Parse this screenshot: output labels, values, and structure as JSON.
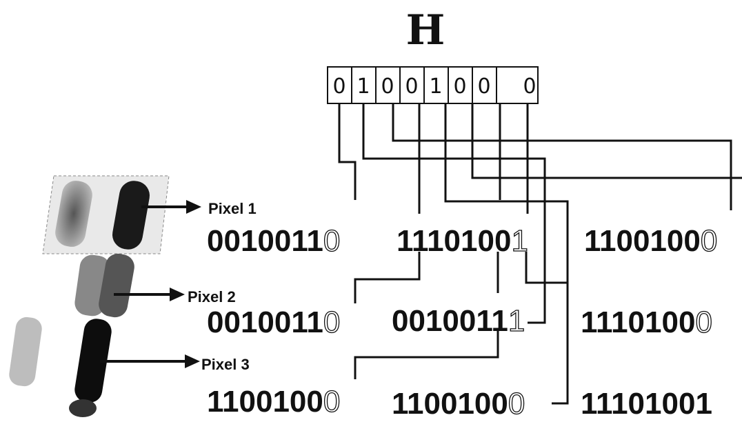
{
  "letter": "H",
  "char_bits": [
    "0",
    "1",
    "0",
    "0",
    "1",
    "0",
    "0",
    "0"
  ],
  "pixels": [
    {
      "label": "Pixel 1",
      "bytes": [
        {
          "strong": "0010011",
          "lsb": "0"
        },
        {
          "strong": "1110100",
          "lsb": "1"
        },
        {
          "strong": "1100100",
          "lsb": "0"
        }
      ]
    },
    {
      "label": "Pixel 2",
      "bytes": [
        {
          "strong": "0010011",
          "lsb": "0"
        },
        {
          "strong": "0010011",
          "lsb": "1"
        },
        {
          "strong": "1110100",
          "lsb": "0"
        }
      ]
    },
    {
      "label": "Pixel 3",
      "bytes": [
        {
          "strong": "1100100",
          "lsb": "0"
        },
        {
          "strong": "1100100",
          "lsb": "0"
        },
        {
          "strong": "11101001",
          "lsb": ""
        }
      ]
    }
  ]
}
